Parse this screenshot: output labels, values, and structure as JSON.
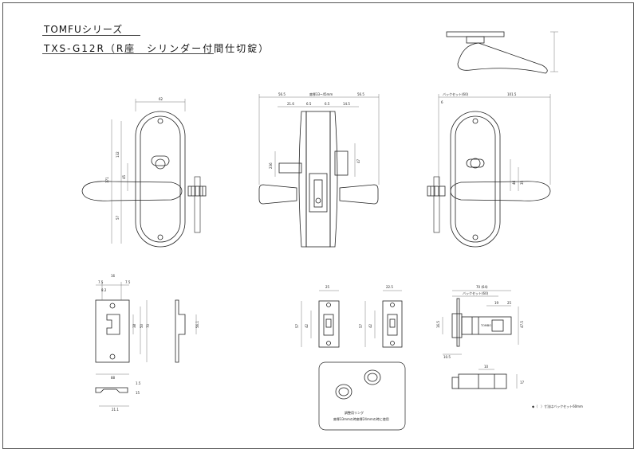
{
  "titles": {
    "series": "TOMFUシリーズ",
    "model": "TXS-G12R（R座　シリンダー付間仕切錠）"
  },
  "front_view": {
    "width": "62",
    "height_total": "171",
    "h1": "132",
    "h2": "45",
    "h3": "57"
  },
  "side_view": {
    "backset_left": "56.5",
    "backset_right": "56.5",
    "door_thickness": "扉厚33~45mm",
    "d1": "21.6",
    "d2": "6.5",
    "d3": "6.5",
    "d4": "14.5",
    "left_dim": "236",
    "right_dim": "47"
  },
  "back_view": {
    "width": "101.5",
    "backset_dim": "バックセット(60)",
    "d1": "6",
    "d2": "46",
    "d3": "35"
  },
  "strike": {
    "w1": "16",
    "w2": "7.5",
    "w3": "7.5",
    "w4": "8.2",
    "h1": "38",
    "h2": "50",
    "h3": "70",
    "h4": "56.1",
    "bottom_w": "88",
    "detail_w": "21.1",
    "detail_h1": "1.5",
    "detail_h2": "15"
  },
  "faceplate_a": {
    "width": "25",
    "h1": "57",
    "h2": "42"
  },
  "faceplate_b": {
    "width": "22.5",
    "h1": "57",
    "h2": "42"
  },
  "latch": {
    "total": "70 (64)",
    "backset": "バックセット(60)",
    "d1": "19",
    "d2": "25",
    "h1": "16.5",
    "h2": "47.5",
    "bottom": "10.5",
    "label": "TOMBO",
    "bottom_d1": "10",
    "bottom_d2": "17"
  },
  "ring_note": {
    "label": "調整用リング",
    "desc": "扉厚33mmの時扉厚24mmの時に使用"
  },
  "footnote": "◆（　）寸法はバックセット60mm"
}
